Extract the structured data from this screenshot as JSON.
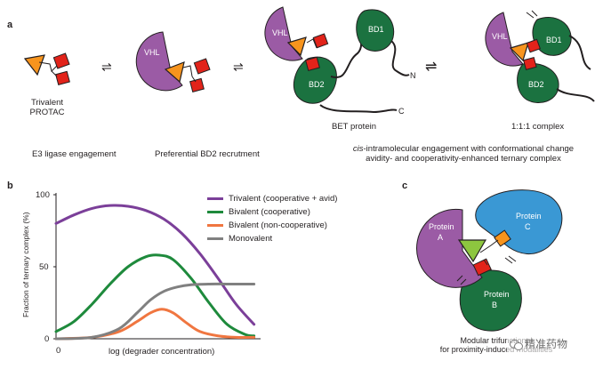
{
  "panel_a": {
    "letter": "a",
    "vhl_label": "VHL",
    "bd1_label": "BD1",
    "bd2_label": "BD2",
    "n_label": "N",
    "c_label": "C",
    "protac_label_line1": "Trivalent",
    "protac_label_line2": "PROTAC",
    "bet_label": "BET protein",
    "complex_label": "1:1:1 complex",
    "caption_1": "E3 ligase engagement",
    "caption_2": "Preferential BD2 recrutment",
    "caption_3_italic": "cis",
    "caption_3_rest": "-intramolecular engagement with conformational change",
    "caption_3_line2": "avidity- and cooperativity-enhanced ternary complex",
    "equilibrium_symbol": "⇌"
  },
  "panel_b": {
    "letter": "b",
    "legend": [
      {
        "label": "Trivalent (cooperative + avid)",
        "color": "#7b3f99"
      },
      {
        "label": "Bivalent (cooperative)",
        "color": "#1e8a3c"
      },
      {
        "label": "Bivalent (non-cooperative)",
        "color": "#f07640"
      },
      {
        "label": "Monovalent",
        "color": "#808080"
      }
    ]
  },
  "chart_data": {
    "type": "line",
    "xlabel": "log (degrader concentration)",
    "ylabel": "Fraction of ternary complex (%)",
    "x_tick_labels": [
      "0"
    ],
    "y_tick_labels": [
      "0",
      "50",
      "100"
    ],
    "ylim": [
      0,
      100
    ],
    "xlim": [
      0,
      10
    ],
    "grid": false,
    "legend_position": "top-right",
    "series": [
      {
        "name": "Trivalent (cooperative + avid)",
        "color": "#7b3f99",
        "x": [
          0.0,
          0.8,
          1.6,
          2.4,
          3.2,
          4.0,
          4.8,
          5.6,
          6.4,
          7.2,
          8.0,
          8.8
        ],
        "y": [
          80,
          86,
          90.5,
          92.5,
          92,
          89,
          83,
          73,
          59,
          42,
          24,
          10
        ]
      },
      {
        "name": "Bivalent (cooperative)",
        "color": "#1e8a3c",
        "x": [
          0.0,
          0.8,
          1.6,
          2.4,
          3.2,
          4.0,
          4.6,
          5.2,
          6.0,
          6.8,
          7.6,
          8.4,
          8.8
        ],
        "y": [
          5,
          12,
          24,
          38,
          50,
          57,
          58,
          55,
          42,
          25,
          10,
          3,
          2
        ]
      },
      {
        "name": "Bivalent (non-cooperative)",
        "color": "#f07640",
        "x": [
          0.0,
          1.6,
          2.8,
          3.6,
          4.2,
          4.7,
          5.2,
          5.8,
          6.4,
          7.2,
          8.0,
          8.8
        ],
        "y": [
          0,
          1,
          5,
          12,
          18,
          20.5,
          18,
          11,
          5,
          2,
          1,
          1
        ]
      },
      {
        "name": "Monovalent",
        "color": "#808080",
        "x": [
          0.0,
          1.6,
          2.8,
          3.6,
          4.2,
          4.8,
          5.4,
          6.0,
          6.8,
          7.6,
          8.8
        ],
        "y": [
          0,
          1,
          7,
          18,
          27,
          33,
          36,
          37.5,
          38,
          38,
          38
        ]
      }
    ]
  },
  "panel_c": {
    "letter": "c",
    "protein_a_line1": "Protein",
    "protein_a_line2": "A",
    "protein_b_line1": "Protein",
    "protein_b_line2": "B",
    "protein_c_line1": "Protein",
    "protein_c_line2": "C",
    "caption_line1": "Modular trifunctional",
    "caption_line2": "for proximity-induced modalities"
  },
  "watermark": {
    "text": "精准药物",
    "icon": "wechat-icon"
  },
  "colors": {
    "purple": "#9b5ba5",
    "green": "#1b7240",
    "blue": "#3a98d4",
    "red": "#e2231a",
    "orange": "#f7941d",
    "lime": "#8dc63f"
  }
}
